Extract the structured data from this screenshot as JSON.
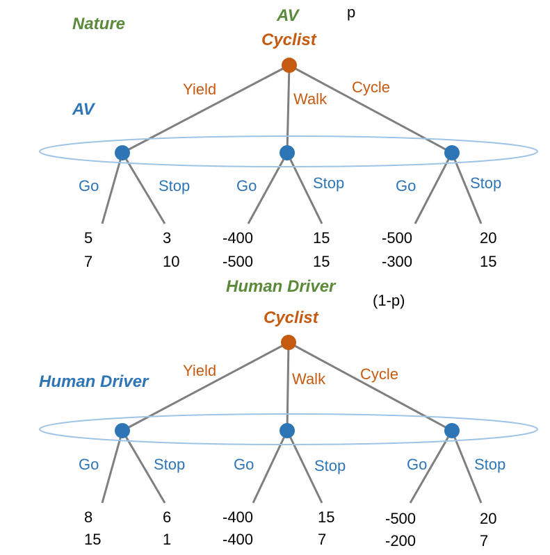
{
  "nature_label": "Nature",
  "colors": {
    "green": "#5b8a3a",
    "orange": "#c55a11",
    "blue": "#2e75b6",
    "edge": "#7f7f7f",
    "info_set": "#9dc3e6"
  },
  "top_tree": {
    "nature_branch": "AV",
    "probability": "p",
    "root_player": "Cyclist",
    "info_set_player": "AV",
    "cyclist_actions": [
      "Yield",
      "Walk",
      "Cycle"
    ],
    "driver_actions": [
      [
        "Go",
        "Stop"
      ],
      [
        "Go",
        "Stop"
      ],
      [
        "Go",
        "Stop"
      ]
    ],
    "payoffs": [
      {
        "go": [
          "5",
          "7"
        ],
        "stop": [
          "3",
          "10"
        ]
      },
      {
        "go": [
          "-400",
          "-500"
        ],
        "stop": [
          "15",
          "15"
        ]
      },
      {
        "go": [
          "-500",
          "-300"
        ],
        "stop": [
          "20",
          "15"
        ]
      }
    ]
  },
  "bottom_tree": {
    "nature_branch": "Human Driver",
    "probability": "(1-p)",
    "root_player": "Cyclist",
    "info_set_player": "Human Driver",
    "cyclist_actions": [
      "Yield",
      "Walk",
      "Cycle"
    ],
    "driver_actions": [
      [
        "Go",
        "Stop"
      ],
      [
        "Go",
        "Stop"
      ],
      [
        "Go",
        "Stop"
      ]
    ],
    "payoffs": [
      {
        "go": [
          "8",
          "15"
        ],
        "stop": [
          "6",
          "1"
        ]
      },
      {
        "go": [
          "-400",
          "-400"
        ],
        "stop": [
          "15",
          "7"
        ]
      },
      {
        "go": [
          "-500",
          "-200"
        ],
        "stop": [
          "20",
          "7"
        ]
      }
    ]
  }
}
